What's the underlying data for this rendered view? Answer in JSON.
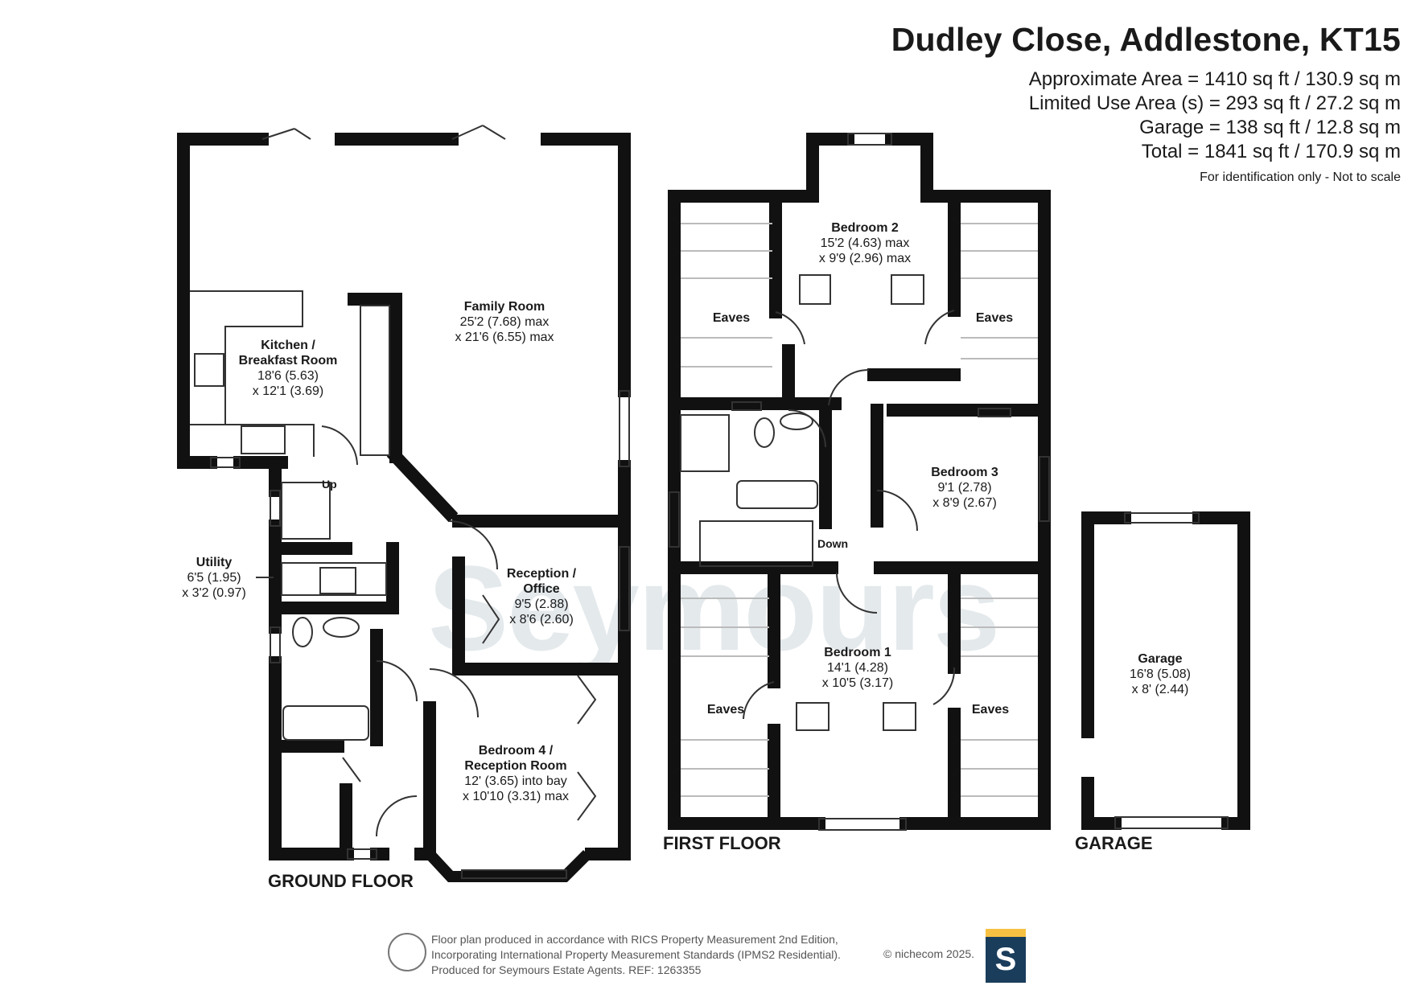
{
  "header": {
    "title": "Dudley Close, Addlestone, KT15",
    "areas": [
      "Approximate Area = 1410 sq ft / 130.9 sq m",
      "Limited Use Area (s) = 293 sq ft / 27.2 sq m",
      "Garage = 138 sq ft / 12.8 sq m",
      "Total = 1841 sq ft / 170.9 sq m"
    ],
    "note": "For identification only - Not to scale"
  },
  "watermark": "Seymours",
  "floors": {
    "ground": "GROUND FLOOR",
    "first": "FIRST FLOOR",
    "garage": "GARAGE"
  },
  "rooms": {
    "family": {
      "name": "Family Room",
      "d1": "25'2 (7.68) max",
      "d2": "x 21'6 (6.55) max"
    },
    "kitchen": {
      "name1": "Kitchen /",
      "name2": "Breakfast Room",
      "d1": "18'6 (5.63)",
      "d2": "x 12'1 (3.69)"
    },
    "utility": {
      "name": "Utility",
      "d1": "6'5 (1.95)",
      "d2": "x 3'2 (0.97)"
    },
    "reception": {
      "name1": "Reception /",
      "name2": "Office",
      "d1": "9'5 (2.88)",
      "d2": "x 8'6 (2.60)"
    },
    "bed4": {
      "name1": "Bedroom 4 /",
      "name2": "Reception Room",
      "d1": "12' (3.65) into bay",
      "d2": "x 10'10 (3.31) max"
    },
    "bed2": {
      "name": "Bedroom 2",
      "d1": "15'2 (4.63) max",
      "d2": "x 9'9 (2.96) max"
    },
    "bed3": {
      "name": "Bedroom 3",
      "d1": "9'1 (2.78)",
      "d2": "x 8'9 (2.67)"
    },
    "bed1": {
      "name": "Bedroom 1",
      "d1": "14'1 (4.28)",
      "d2": "x 10'5 (3.17)"
    },
    "garage": {
      "name": "Garage",
      "d1": "16'8 (5.08)",
      "d2": "x 8' (2.44)"
    },
    "eaves": "Eaves",
    "up": "Up",
    "down": "Down"
  },
  "footer": {
    "lines": [
      "Floor plan produced in accordance with RICS Property Measurement 2nd Edition,",
      "Incorporating International Property Measurement Standards (IPMS2 Residential).",
      "Produced for Seymours Estate Agents.   REF: 1263355"
    ],
    "copyright": "© nichecom 2025.",
    "logo_letter": "S"
  },
  "colors": {
    "wall": "#111111",
    "logo_gold": "#f6c143",
    "logo_navy": "#1a3d5c",
    "watermark": "#cfd8de"
  }
}
